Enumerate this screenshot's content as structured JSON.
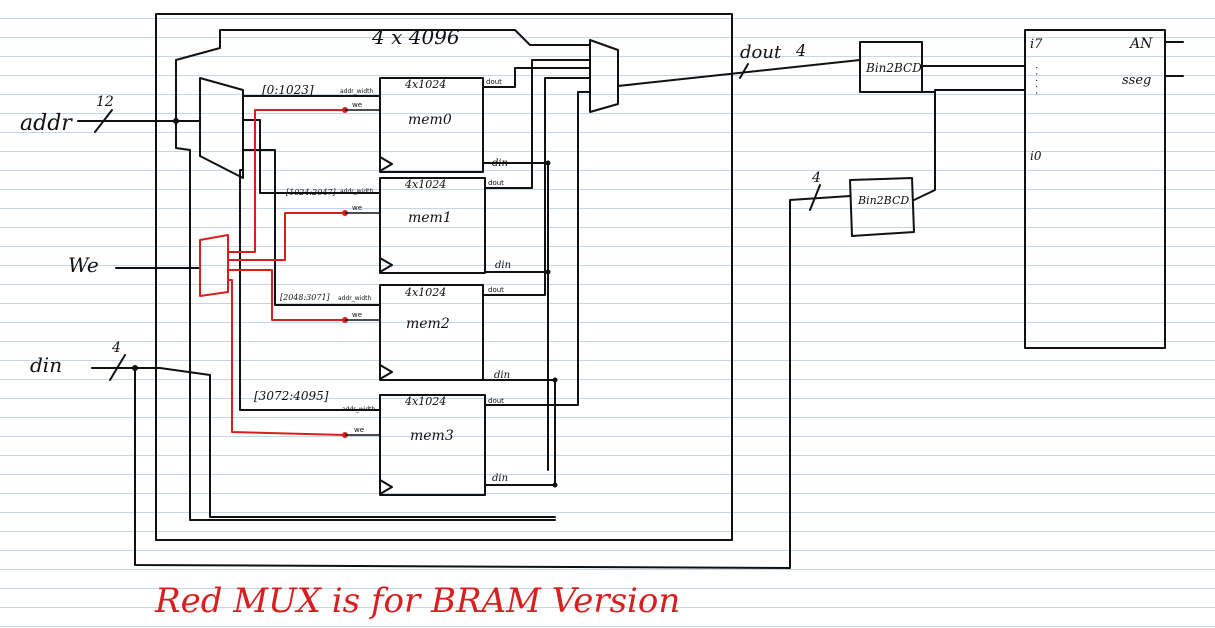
{
  "diagram": {
    "title": "4 x 4096",
    "inputs": {
      "addr": "addr",
      "addr_width": "12",
      "we": "We",
      "din": "din",
      "din_width": "4"
    },
    "modules": [
      {
        "range": "[0:1023]",
        "size": "4x1024",
        "name": "mem0",
        "addr_port": "addr_width",
        "we_port": "we",
        "dout_port": "dout",
        "din_port": "din"
      },
      {
        "range": "[1024:2047]",
        "size": "4x1024",
        "name": "mem1",
        "addr_port": "addr_width",
        "we_port": "we",
        "dout_port": "dout",
        "din_port": "din"
      },
      {
        "range": "[2048:3071]",
        "size": "4x1024",
        "name": "mem2",
        "addr_port": "addr_width",
        "we_port": "we",
        "dout_port": "dout",
        "din_port": "din"
      },
      {
        "range": "[3072:4095]",
        "size": "4x1024",
        "name": "mem3",
        "addr_port": "addr_width",
        "we_port": "we",
        "dout_port": "dout",
        "din_port": "din"
      }
    ],
    "output": {
      "dout": "dout",
      "dout_width": "4",
      "din_width": "4"
    },
    "bin2bcd_top": "Bin2BCD",
    "bin2bcd_bottom": "Bin2BCD",
    "display": {
      "i7": "i7",
      "dots": ". . . . .",
      "i0": "i0",
      "an": "AN",
      "sseg": "sseg"
    },
    "note": "Red MUX is for BRAM Version",
    "colors": {
      "ink": "#111111",
      "red": "#d81e1e",
      "grid": "#c6d6ea"
    }
  }
}
